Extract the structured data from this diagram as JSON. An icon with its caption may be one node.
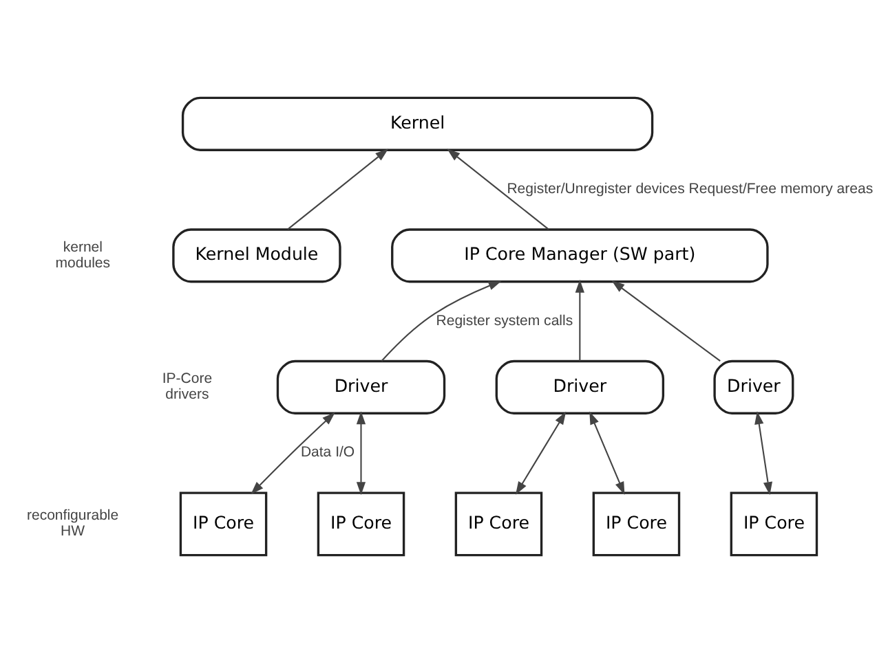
{
  "diagram": {
    "nodes": [
      {
        "text": [
          "Kernel"
        ]
      },
      {
        "text": [
          "Kernel Module"
        ]
      },
      {
        "text": [
          "IP Core Manager (SW part)"
        ]
      },
      {
        "text": [
          "Driver"
        ]
      },
      {
        "text": [
          "Driver"
        ]
      },
      {
        "text": [
          "Driver"
        ]
      },
      {
        "text": [
          "IP Core"
        ]
      },
      {
        "text": [
          "IP Core"
        ]
      },
      {
        "text": [
          "IP Core"
        ]
      },
      {
        "text": [
          "IP Core"
        ]
      },
      {
        "text": [
          "IP Core"
        ]
      }
    ],
    "edges": [
      {
        "from": 1,
        "to": 0,
        "arrow": "to"
      },
      {
        "from": 2,
        "to": 0,
        "arrow": "to",
        "label": "Register/Unregister devices Request/Free memory areas"
      },
      {
        "from": 3,
        "to": 2,
        "arrow": "to",
        "label": "Register system calls"
      },
      {
        "from": 4,
        "to": 2,
        "arrow": "to"
      },
      {
        "from": 5,
        "to": 2,
        "arrow": "to"
      },
      {
        "from": 6,
        "to": 3,
        "arrow": "both",
        "label": "Data I/O"
      },
      {
        "from": 7,
        "to": 3,
        "arrow": "both"
      },
      {
        "from": 8,
        "to": 4,
        "arrow": "both"
      },
      {
        "from": 9,
        "to": 4,
        "arrow": "both"
      },
      {
        "from": 10,
        "to": 5,
        "arrow": "both"
      }
    ],
    "labels": [
      "kernel modules",
      "IP-Core drivers",
      "reconfigurable HW"
    ]
  }
}
